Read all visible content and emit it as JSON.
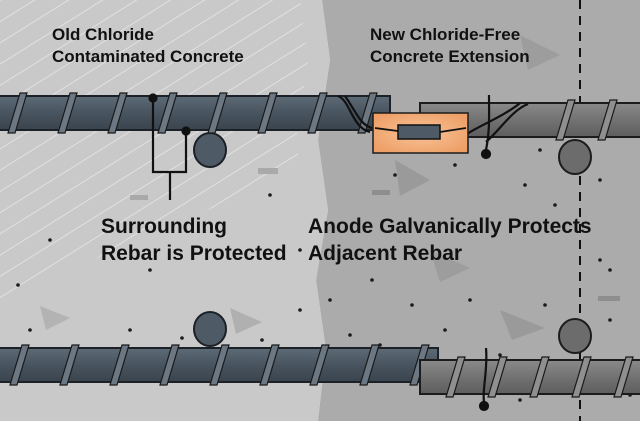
{
  "labels": {
    "old_concrete_line1": "Old Chloride",
    "old_concrete_line2": "Contaminated Concrete",
    "new_concrete_line1": "New Chloride-Free",
    "new_concrete_line2": "Concrete Extension",
    "surrounding_line1": "Surrounding",
    "surrounding_line2": "Rebar is Protected",
    "anode_line1": "Anode Galvanically Protects",
    "anode_line2": "Adjacent Rebar"
  },
  "colors": {
    "old_concrete": "#c7c7c7",
    "new_concrete": "#a9a9a9",
    "rebar": "#4a5763",
    "anode_glow": "#f3b078"
  }
}
